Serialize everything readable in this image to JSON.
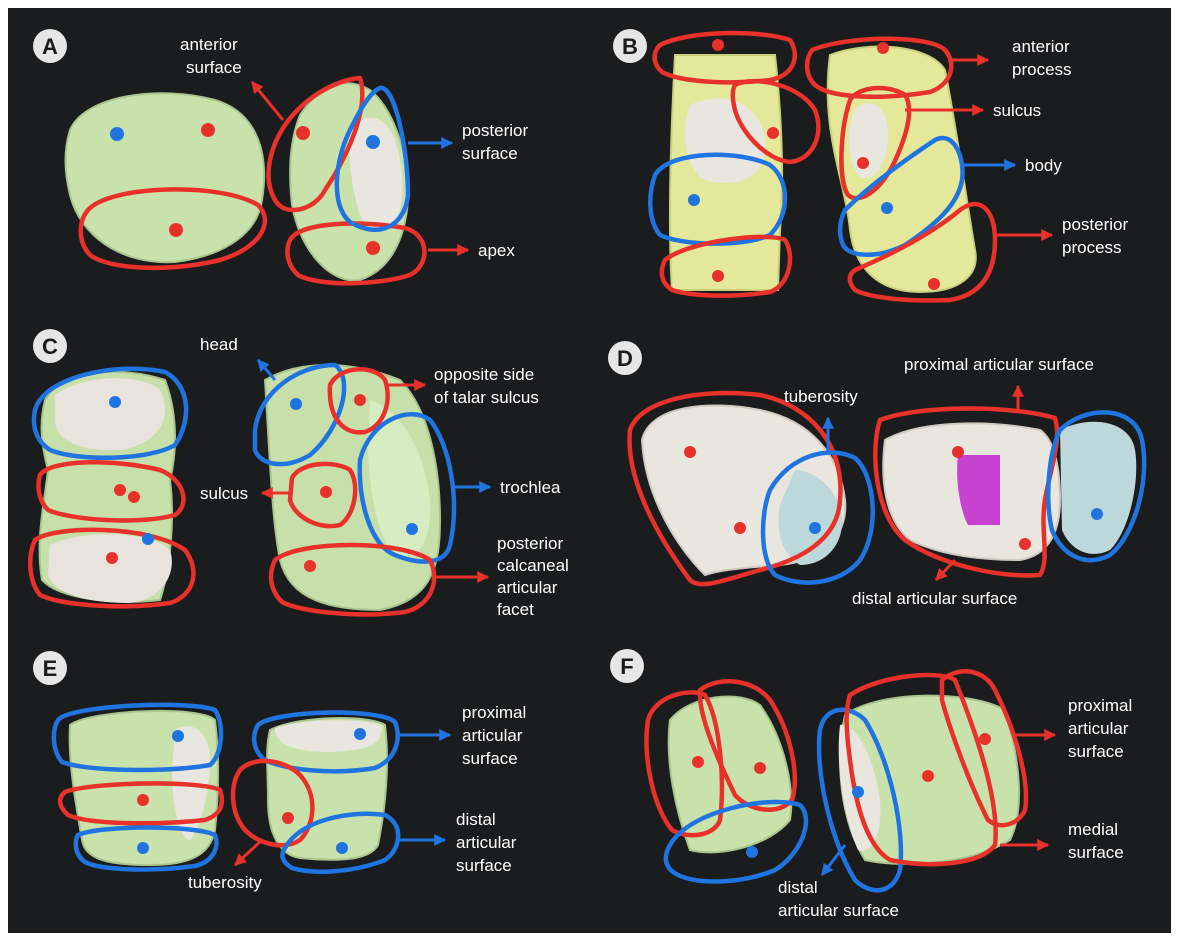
{
  "colors": {
    "background": "#1b1c1e",
    "red": "#e8312a",
    "blue": "#1f74e0",
    "bone_green": "#cfe5b0",
    "bone_yellow": "#e6ea9a",
    "bone_white": "#e8e3dc",
    "bone_blue": "#b9d6d8",
    "magenta": "#c742cf"
  },
  "panels": {
    "A": {
      "badge": "A",
      "labels": {
        "anterior1": "anterior",
        "anterior2": "surface",
        "posterior1": "posterior",
        "posterior2": "surface",
        "apex": "apex"
      }
    },
    "B": {
      "badge": "B",
      "labels": {
        "anterior1": "anterior",
        "anterior2": "process",
        "sulcus": "sulcus",
        "body": "body",
        "posterior1": "posterior",
        "posterior2": "process"
      }
    },
    "C": {
      "badge": "C",
      "labels": {
        "head": "head",
        "opposite1": "opposite side",
        "opposite2": "of talar sulcus",
        "sulcus": "sulcus",
        "trochlea": "trochlea",
        "facet1": "posterior",
        "facet2": "calcaneal",
        "facet3": "articular",
        "facet4": "facet"
      }
    },
    "D": {
      "badge": "D",
      "labels": {
        "proximal": "proximal articular surface",
        "tuberosity": "tuberosity",
        "distal": "distal articular surface"
      }
    },
    "E": {
      "badge": "E",
      "labels": {
        "proximal1": "proximal",
        "proximal2": "articular",
        "proximal3": "surface",
        "distal1": "distal",
        "distal2": "articular",
        "distal3": "surface",
        "tuberosity": "tuberosity"
      }
    },
    "F": {
      "badge": "F",
      "labels": {
        "proximal1": "proximal",
        "proximal2": "articular",
        "proximal3": "surface",
        "medial1": "medial",
        "medial2": "surface",
        "distal1": "distal",
        "distal2": "articular surface"
      }
    }
  }
}
